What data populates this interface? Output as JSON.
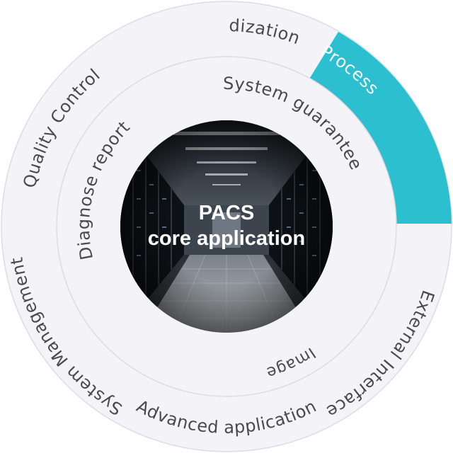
{
  "core": {
    "title_line1": "PACS",
    "title_line2": "core application"
  },
  "outer_ring": {
    "items": [
      {
        "label": "Standardization"
      },
      {
        "label": "Process",
        "highlight": true
      },
      {
        "label": "External Interface"
      },
      {
        "label": "Advanced application"
      },
      {
        "label": "System Management"
      },
      {
        "label": "Quality Control"
      }
    ]
  },
  "inner_ring": {
    "items": [
      {
        "label": "System guarantee"
      },
      {
        "label": "Image"
      },
      {
        "label": "Diagnose report"
      }
    ]
  },
  "colors": {
    "ring_fill": "#f3f3f8",
    "ring_border": "#dcdce4",
    "highlight": "#2bbfcf",
    "text": "#4a4a4a",
    "core_text": "#ffffff"
  },
  "icons": {
    "core_image": "server-room-image"
  }
}
